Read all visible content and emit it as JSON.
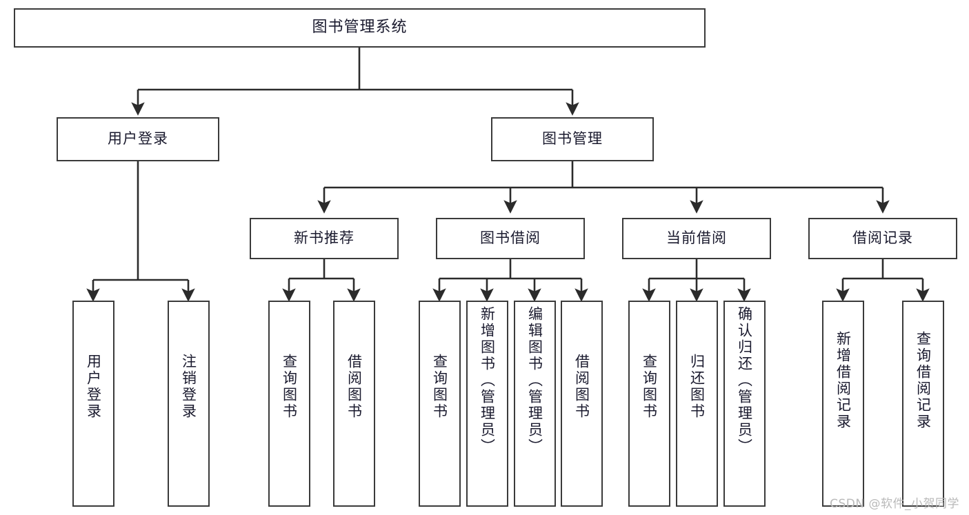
{
  "diagram": {
    "title": "图书管理系统",
    "type": "tree-hierarchy",
    "watermark": "CSDN @软件_小贺同学",
    "colors": {
      "box_border": "#3a3a3a",
      "box_fill": "#ffffff",
      "text": "#1a1a2e",
      "edge": "#2b2b2b",
      "watermark": "#b9b9b9"
    }
  },
  "nodes": {
    "root": {
      "label": "图书管理系统"
    },
    "level2": [
      {
        "id": "user-login",
        "label": "用户登录"
      },
      {
        "id": "book-manage",
        "label": "图书管理"
      }
    ],
    "level3": [
      {
        "id": "new-book-recommend",
        "label": "新书推荐"
      },
      {
        "id": "book-borrow",
        "label": "图书借阅"
      },
      {
        "id": "current-borrow",
        "label": "当前借阅"
      },
      {
        "id": "borrow-record",
        "label": "借阅记录"
      }
    ],
    "leaves": {
      "user_login": [
        {
          "id": "leaf-user-login",
          "label": "用户登录"
        },
        {
          "id": "leaf-logout-login",
          "label": "注销登录"
        }
      ],
      "new_book_recommend": [
        {
          "id": "leaf-query-book-1",
          "label": "查询图书"
        },
        {
          "id": "leaf-borrow-book-1",
          "label": "借阅图书"
        }
      ],
      "book_borrow": [
        {
          "id": "leaf-query-book-2",
          "label": "查询图书"
        },
        {
          "id": "leaf-add-book",
          "label": "新增图书（管理员）"
        },
        {
          "id": "leaf-edit-book",
          "label": "编辑图书（管理员）"
        },
        {
          "id": "leaf-borrow-book-2",
          "label": "借阅图书"
        }
      ],
      "current_borrow": [
        {
          "id": "leaf-query-book-3",
          "label": "查询图书"
        },
        {
          "id": "leaf-return-book",
          "label": "归还图书"
        },
        {
          "id": "leaf-confirm-return",
          "label": "确认归还（管理员）"
        }
      ],
      "borrow_record": [
        {
          "id": "leaf-add-record",
          "label": "新增借阅记录"
        },
        {
          "id": "leaf-query-record",
          "label": "查询借阅记录"
        }
      ]
    }
  }
}
